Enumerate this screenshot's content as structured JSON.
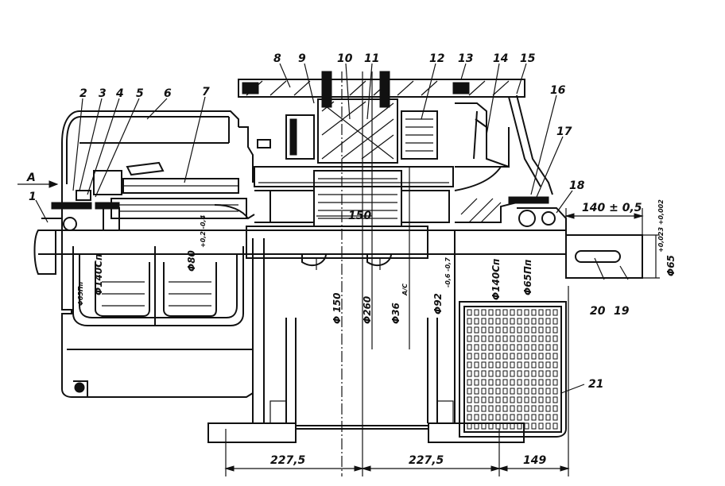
{
  "callouts": {
    "n1": "1",
    "n2": "2",
    "n3": "3",
    "n4": "4",
    "n5": "5",
    "n6": "6",
    "n7": "7",
    "n8": "8",
    "n9": "9",
    "n10": "10",
    "n11": "11",
    "n12": "12",
    "n13": "13",
    "n14": "14",
    "n15": "15",
    "n16": "16",
    "n17": "17",
    "n18": "18",
    "n19": "19",
    "n20": "20",
    "n21": "21"
  },
  "view_label": "A",
  "dimensions": {
    "bottom_left": "227,5",
    "bottom_mid": "227,5",
    "bottom_right": "149",
    "shaft_length": "140 ± 0,5",
    "inner_150": "150"
  },
  "diameters": {
    "d140_left": "Φ140Cп",
    "d80": "Φ80",
    "d80_tol": "+0,2 -0,4",
    "d65_left": "Φ65Пп",
    "d150": "Φ 150",
    "d260": "Φ260",
    "d36": "Φ36",
    "d36_tol": "A/C",
    "d92": "Φ92",
    "d92_tol": "-0,6 -0,7",
    "d140_right": "Φ140Cп",
    "d65_right": "Φ65Пп",
    "d65_shaft": "Φ65",
    "d65_shaft_tol": "+0,023 +0,002"
  },
  "colors": {
    "ink": "#111111",
    "paper": "#ffffff"
  }
}
